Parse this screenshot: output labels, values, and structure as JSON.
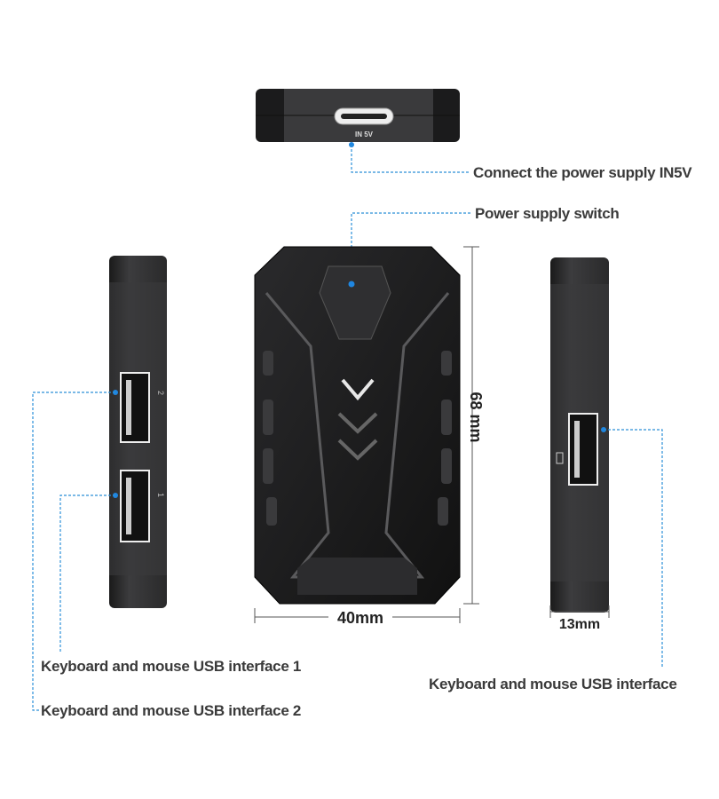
{
  "top_view": {
    "port_label": "IN 5V"
  },
  "callouts": {
    "power_input": "Connect the power supply IN5V",
    "power_switch": "Power supply switch",
    "usb_interface_1": "Keyboard and mouse USB interface 1",
    "usb_interface_2": "Keyboard and mouse USB interface 2",
    "usb_interface_right": "Keyboard and mouse USB interface"
  },
  "dimensions": {
    "height": "68 mm",
    "width": "40mm",
    "depth": "13mm"
  },
  "left_view": {
    "port_top_label": "2",
    "port_bottom_label": "1"
  },
  "colors": {
    "leader": "#2b8fd8",
    "body": "#1c1c1e",
    "panel": "#3d3d40"
  }
}
